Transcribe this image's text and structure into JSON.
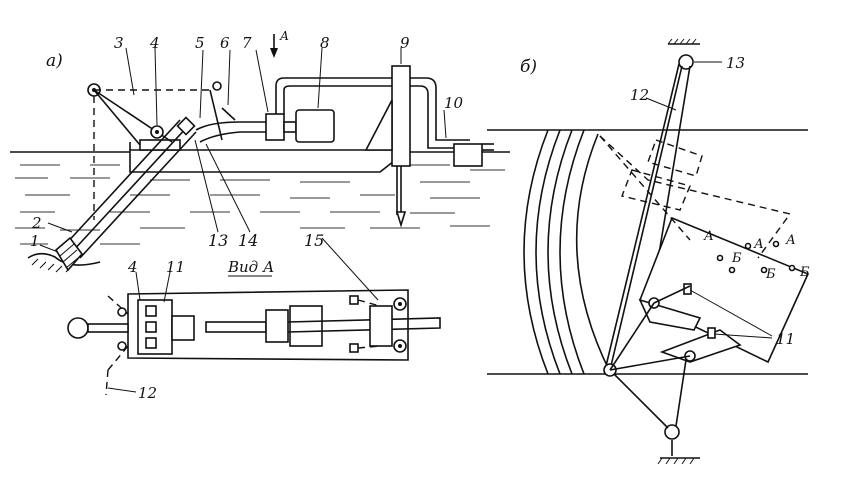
{
  "panel_a": {
    "label": "а)",
    "view_title": "Вид А",
    "arrow_label": "А",
    "numbers": [
      "1",
      "2",
      "3",
      "4",
      "5",
      "6",
      "7",
      "8",
      "9",
      "10",
      "13",
      "14",
      "15",
      "4",
      "11",
      "12"
    ]
  },
  "panel_b": {
    "label": "б)",
    "numbers": [
      "13",
      "12",
      "11"
    ],
    "marks": [
      "А",
      "Б",
      "А",
      "Б",
      "А",
      "Б"
    ]
  }
}
